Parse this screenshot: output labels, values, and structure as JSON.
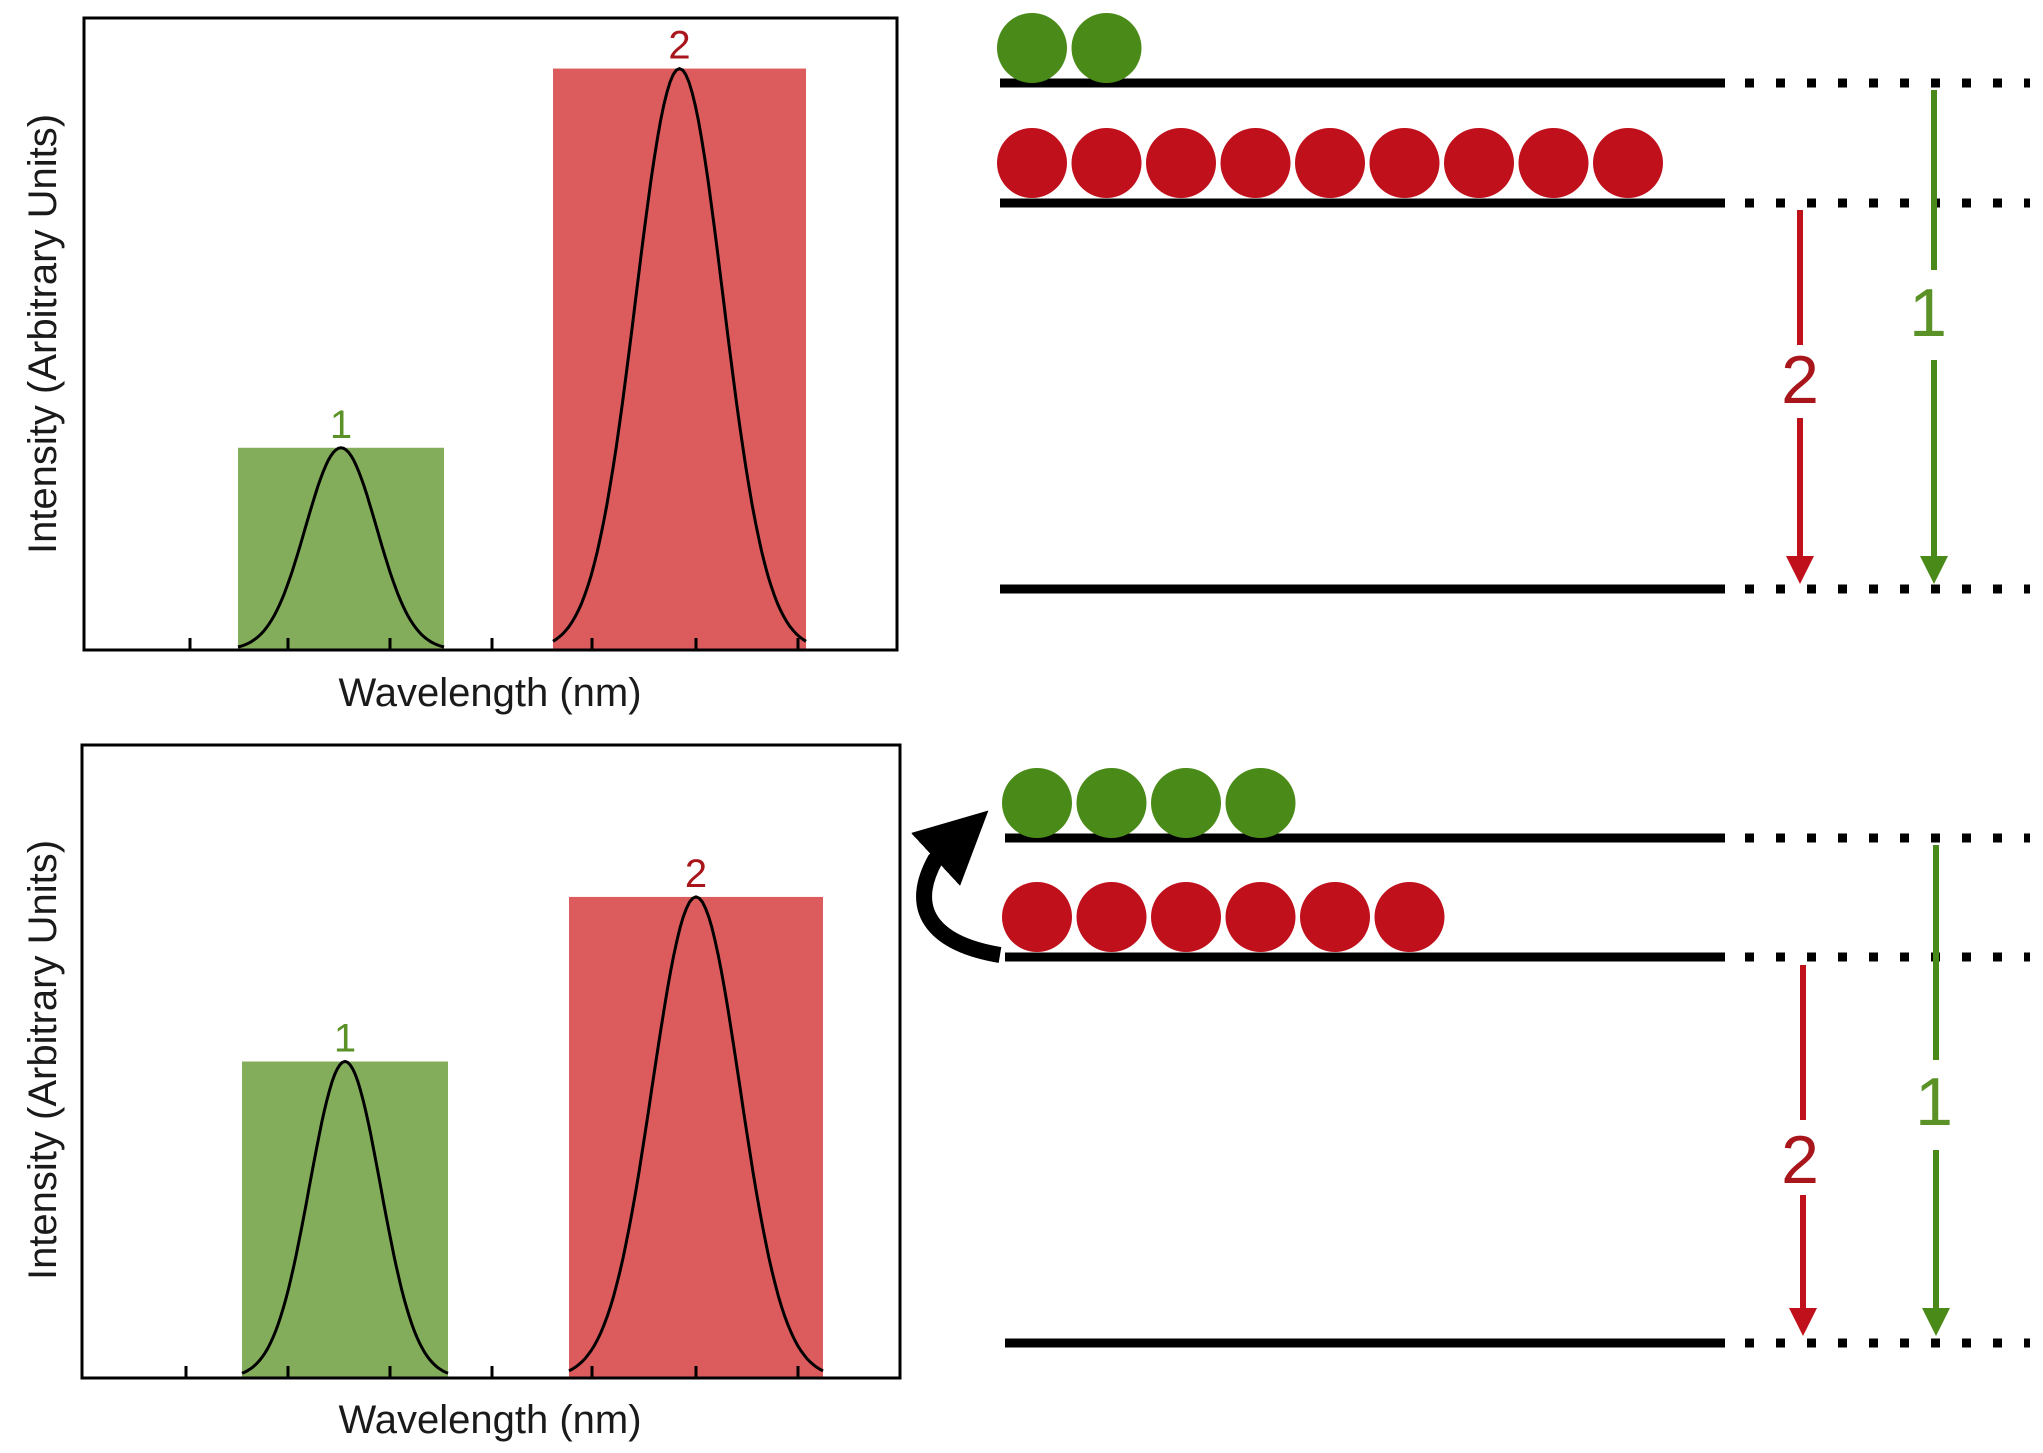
{
  "colors": {
    "green": "#4a8a18",
    "green_fill": "#84ad5b",
    "red": "#c0101c",
    "red_fill": "#dc5c5e",
    "red_text": "#a8161c",
    "green_text": "#5a9228",
    "black": "#000000"
  },
  "panels": [
    {
      "chart_data": {
        "type": "bar",
        "xlabel": "Wavelength (nm)",
        "ylabel": "Intensity (Arbitrary Units)",
        "categories": [
          "1",
          "2"
        ],
        "values": [
          0.32,
          0.92
        ],
        "ylim": [
          0,
          1
        ],
        "bar_colors": [
          "green_fill",
          "red_fill"
        ],
        "overlay": "gaussian peak per bar",
        "grid": false
      },
      "diagram": {
        "upper_level_particles": 2,
        "lower_level_particles": 9,
        "upper_color": "green",
        "lower_color": "red",
        "transitions": [
          {
            "label": "2",
            "from": "lower excited level",
            "to": "ground level",
            "color": "red"
          },
          {
            "label": "1",
            "from": "upper excited level",
            "to": "ground level",
            "color": "green"
          }
        ],
        "transfer_arrow": false
      }
    },
    {
      "chart_data": {
        "type": "bar",
        "xlabel": "Wavelength (nm)",
        "ylabel": "Intensity (Arbitrary Units)",
        "categories": [
          "1",
          "2"
        ],
        "values": [
          0.5,
          0.76
        ],
        "ylim": [
          0,
          1
        ],
        "bar_colors": [
          "green_fill",
          "red_fill"
        ],
        "overlay": "gaussian peak per bar",
        "grid": false
      },
      "diagram": {
        "upper_level_particles": 4,
        "lower_level_particles": 6,
        "upper_color": "green",
        "lower_color": "red",
        "transitions": [
          {
            "label": "2",
            "from": "lower excited level",
            "to": "ground level",
            "color": "red"
          },
          {
            "label": "1",
            "from": "upper excited level",
            "to": "ground level",
            "color": "green"
          }
        ],
        "transfer_arrow": true
      }
    }
  ]
}
